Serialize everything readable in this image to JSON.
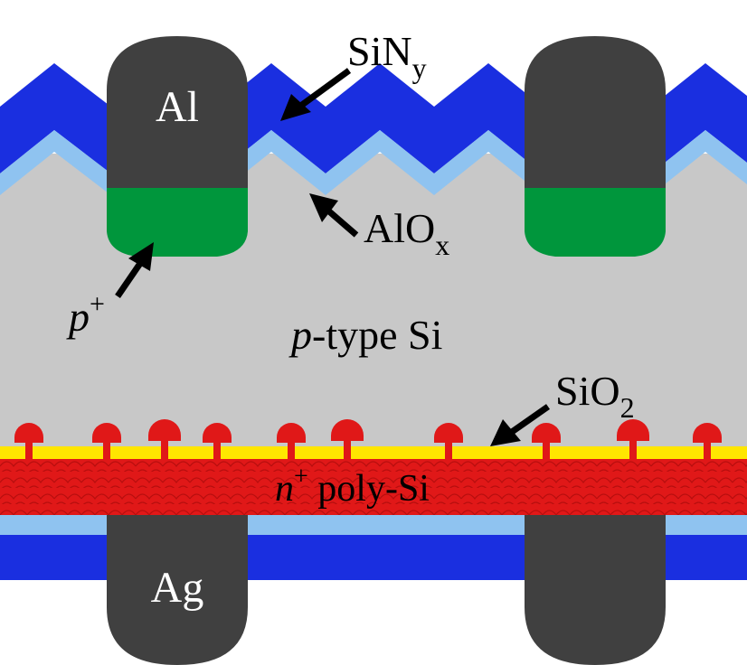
{
  "labels": {
    "top_contact": "Al",
    "bottom_contact": "Ag",
    "sinx": "SiN",
    "sinx_sub": "y",
    "alox": "AlO",
    "alox_sub": "x",
    "p_plus": "p",
    "p_plus_sup": "+",
    "substrate_italic": "p",
    "substrate_rest": "-type Si",
    "sio2": "SiO",
    "sio2_sub": "2",
    "poly_italic": "n",
    "poly_sup": "+",
    "poly_rest": " poly-Si"
  },
  "colors": {
    "substrate": "#c8c8c8",
    "sinx": "#1a2fe0",
    "alox": "#8fc3f0",
    "metal": "#404040",
    "p_plus": "#00963c",
    "poly_si": "#e01818",
    "sio2": "#ffe600",
    "background": "#ffffff"
  }
}
